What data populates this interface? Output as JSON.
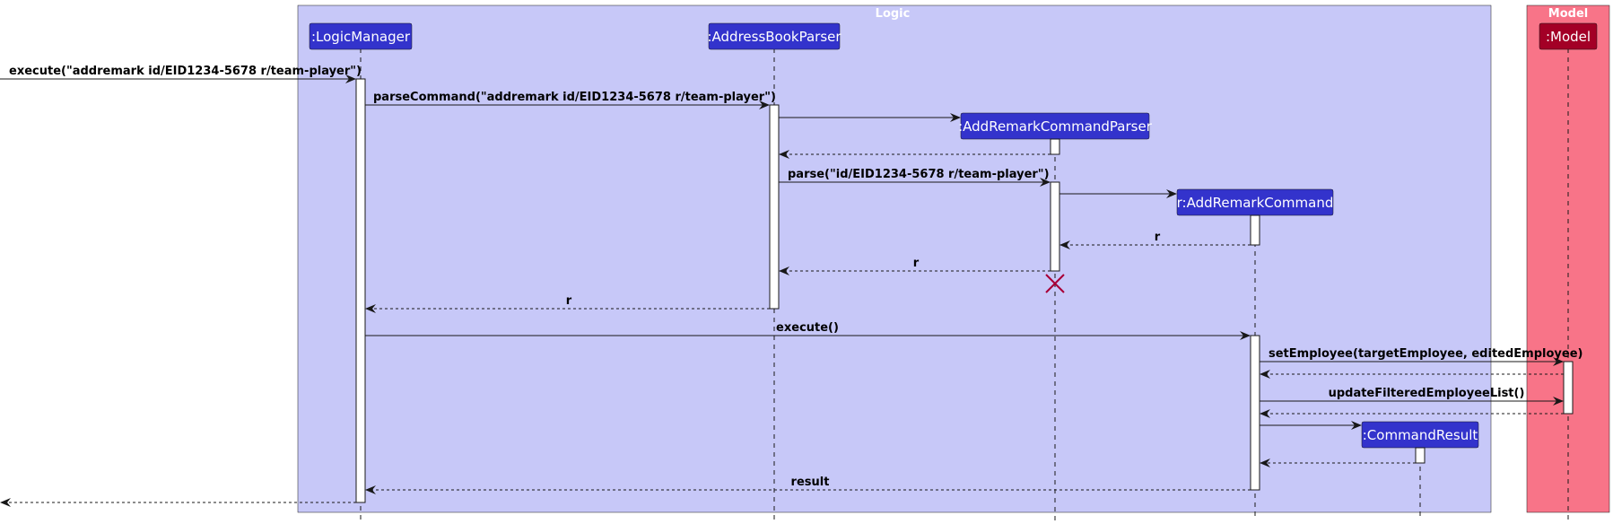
{
  "groups": [
    {
      "id": "logic",
      "label": "Logic",
      "color": "#c7c8f8"
    },
    {
      "id": "model",
      "label": "Model",
      "color": "#f87488"
    }
  ],
  "participants": [
    {
      "id": "lm",
      "label": ":LogicManager"
    },
    {
      "id": "abp",
      "label": ":AddressBookParser"
    },
    {
      "id": "arcp",
      "label": ":AddRemarkCommandParser"
    },
    {
      "id": "arc",
      "label": "r:AddRemarkCommand"
    },
    {
      "id": "cr",
      "label": ":CommandResult"
    },
    {
      "id": "model",
      "label": ":Model"
    }
  ],
  "messages": [
    {
      "id": "m1",
      "label": "execute(\"addremark id/EID1234-5678 r/team-player\")",
      "type": "call"
    },
    {
      "id": "m2",
      "label": "parseCommand(\"addremark id/EID1234-5678 r/team-player\")",
      "type": "call"
    },
    {
      "id": "m3",
      "label": "",
      "type": "create"
    },
    {
      "id": "m4",
      "label": "",
      "type": "return"
    },
    {
      "id": "m5",
      "label": "parse(\"id/EID1234-5678 r/team-player\")",
      "type": "call"
    },
    {
      "id": "m6",
      "label": "",
      "type": "create"
    },
    {
      "id": "m7",
      "label": "r",
      "type": "return"
    },
    {
      "id": "m8",
      "label": "r",
      "type": "return"
    },
    {
      "id": "m9",
      "label": "r",
      "type": "return"
    },
    {
      "id": "m10",
      "label": "execute()",
      "type": "call"
    },
    {
      "id": "m11",
      "label": "setEmployee(targetEmployee, editedEmployee)",
      "type": "call"
    },
    {
      "id": "m12",
      "label": "",
      "type": "return"
    },
    {
      "id": "m13",
      "label": "updateFilteredEmployeeList()",
      "type": "call"
    },
    {
      "id": "m14",
      "label": "",
      "type": "return"
    },
    {
      "id": "m15",
      "label": "",
      "type": "create"
    },
    {
      "id": "m16",
      "label": "",
      "type": "return"
    },
    {
      "id": "m17",
      "label": "result",
      "type": "return"
    },
    {
      "id": "m18",
      "label": "",
      "type": "return"
    }
  ],
  "colors": {
    "participant_fill": "#3333cc",
    "participant_text": "#ffffff",
    "model_participant_fill": "#a30026",
    "destroy_mark": "#a80036",
    "line": "#181818"
  }
}
